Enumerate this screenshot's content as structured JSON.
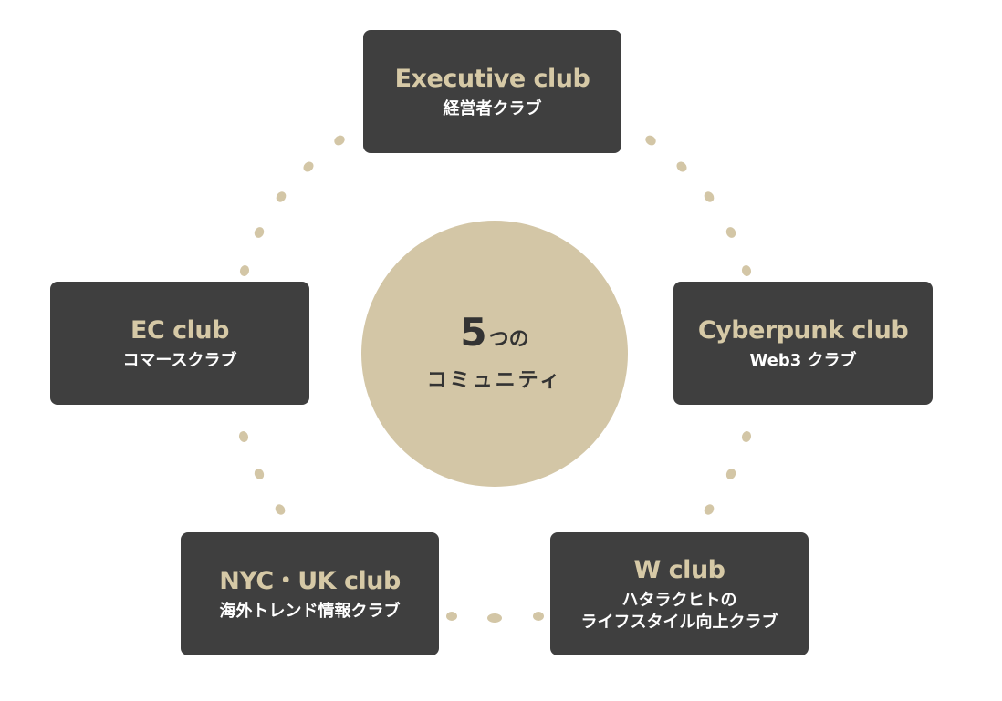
{
  "center": {
    "number": "5",
    "suffix": "つの",
    "label": "コミュニティ"
  },
  "clubs": {
    "executive": {
      "title": "Executive club",
      "subtitle": "経営者クラブ"
    },
    "ec": {
      "title": "EC club",
      "subtitle": "コマースクラブ"
    },
    "cyberpunk": {
      "title": "Cyberpunk club",
      "subtitle": "Web3 クラブ"
    },
    "nyc_uk": {
      "title": "NYC・UK club",
      "subtitle": "海外トレンド情報クラブ"
    },
    "w": {
      "title": "W club",
      "subtitle_line1": "ハタラクヒトの",
      "subtitle_line2": "ライフスタイル向上クラブ"
    }
  },
  "colors": {
    "card_background": "#3f3f3f",
    "card_title": "#d6c9a6",
    "card_subtitle": "#ffffff",
    "circle_fill": "#d3c6a6",
    "connector_dots": "#d3c6a6",
    "center_text": "#333333"
  }
}
